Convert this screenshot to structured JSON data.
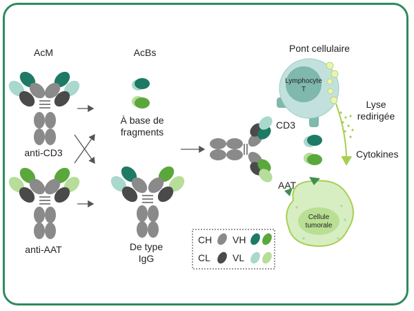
{
  "labels": {
    "mab": "AcM",
    "bsab": "AcBs",
    "fragments_line1": "À base de",
    "fragments_line2": "fragments",
    "anti_cd3": "anti-CD3",
    "anti_aat": "anti-AAT",
    "igg_line1": "De type",
    "igg_line2": "IgG",
    "cell_bridge": "Pont cellulaire",
    "lymphocyte_line1": "Lymphocyte",
    "lymphocyte_line2": "T",
    "cd3": "CD3",
    "lysis_line1": "Lyse",
    "lysis_line2": "redirigée",
    "cytokines": "Cytokines",
    "aat": "AAT",
    "tumor_line1": "Cellule",
    "tumor_line2": "tumorale"
  },
  "legend": {
    "ch": "CH",
    "cl": "CL",
    "vh": "VH",
    "vl": "VL"
  },
  "colors": {
    "border": "#2d8a5c",
    "heavy_constant": "#8a8a8a",
    "light_constant": "#4a4a4a",
    "vh_cd3": "#1e7a64",
    "vh_aat": "#5aa83c",
    "vl_cd3": "#a9d8cc",
    "vl_aat": "#b6dd9a",
    "lymphocyte": "#c3e1dc",
    "tumor": "#d7eec3",
    "arrow": "#555555"
  }
}
